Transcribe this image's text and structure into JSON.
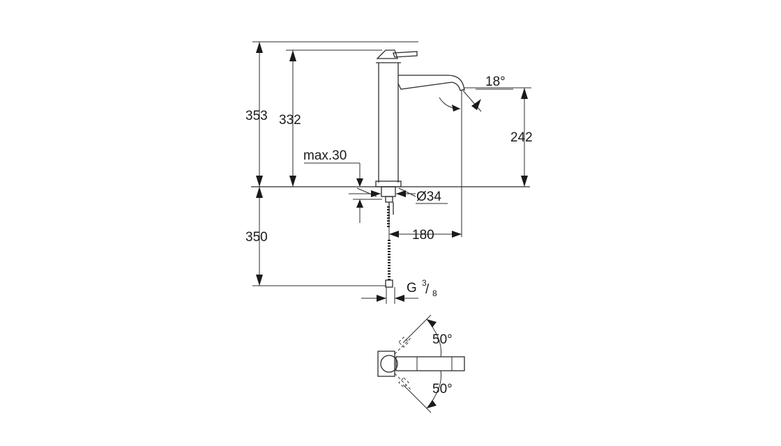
{
  "dimensions": {
    "total_height": "353",
    "spout_height": "332",
    "outlet_height": "242",
    "max_deck": "max.30",
    "diameter": "Ø34",
    "reach": "180",
    "hose_length": "350",
    "spout_angle": "18°",
    "thread": {
      "prefix": "G",
      "numerator": "3",
      "denominator": "8"
    }
  },
  "top_view": {
    "angle_upper": "50°",
    "angle_lower": "50°"
  }
}
